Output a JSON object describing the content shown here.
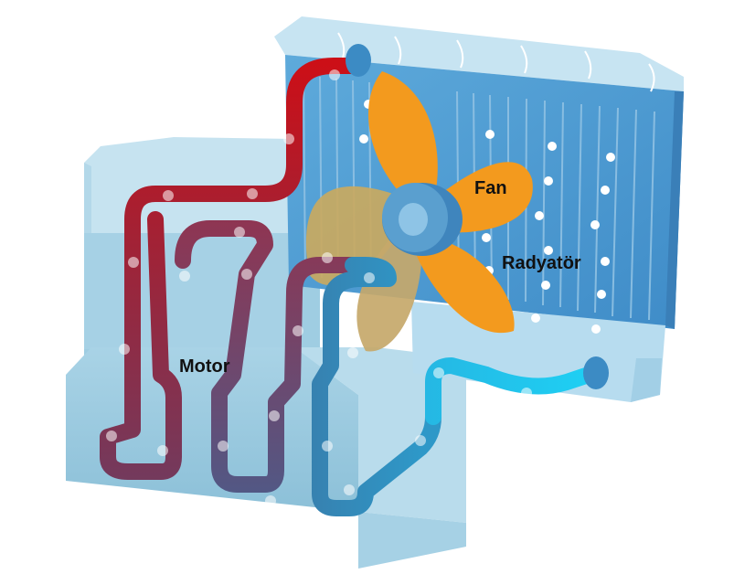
{
  "labels": {
    "fan": "Fan",
    "radiator": "Radyatör",
    "engine": "Motor"
  },
  "colors": {
    "hot": "#c4141c",
    "cold": "#1ec8f0",
    "fan": "#f39a1e",
    "radiator": "#4f9fd4",
    "engine_block": "#9fcde0"
  }
}
